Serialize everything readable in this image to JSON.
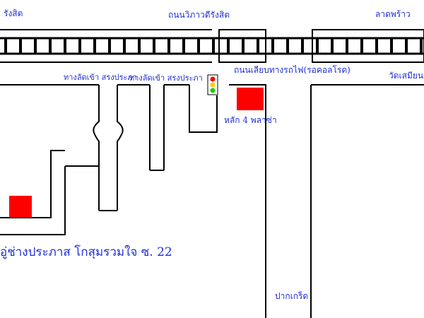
{
  "map": {
    "labels": {
      "rangsit": "รังสิต",
      "vibhavadi_road": "ถนนวิภาวดีรังสิต",
      "ladprao": "ลาดพร้าว",
      "rail_side_road": "ถนนเลียบทางรถไฟ(รอคอลโรด)",
      "wat_samian": "วัดเสมียน",
      "shortcut_1": "ทางลัดเข้า สรงประภา",
      "shortcut_2": "ทางลัดเข้า สรงประภา",
      "lak_si_plaza": "หลัก 4 พลาซ่า",
      "destination": "อู่ช่างประภาส  โกสุมรวมใจ ซ. 22",
      "pak_kret": "ปากเกร็ด"
    },
    "colors": {
      "text": "#1e2fd6",
      "marker": "#ff0000",
      "lines": "#000000",
      "signal_red": "#ff0000",
      "signal_yellow": "#ffcc00",
      "signal_green": "#22cc00"
    },
    "icons": [
      "traffic-light-icon",
      "location-marker"
    ]
  }
}
